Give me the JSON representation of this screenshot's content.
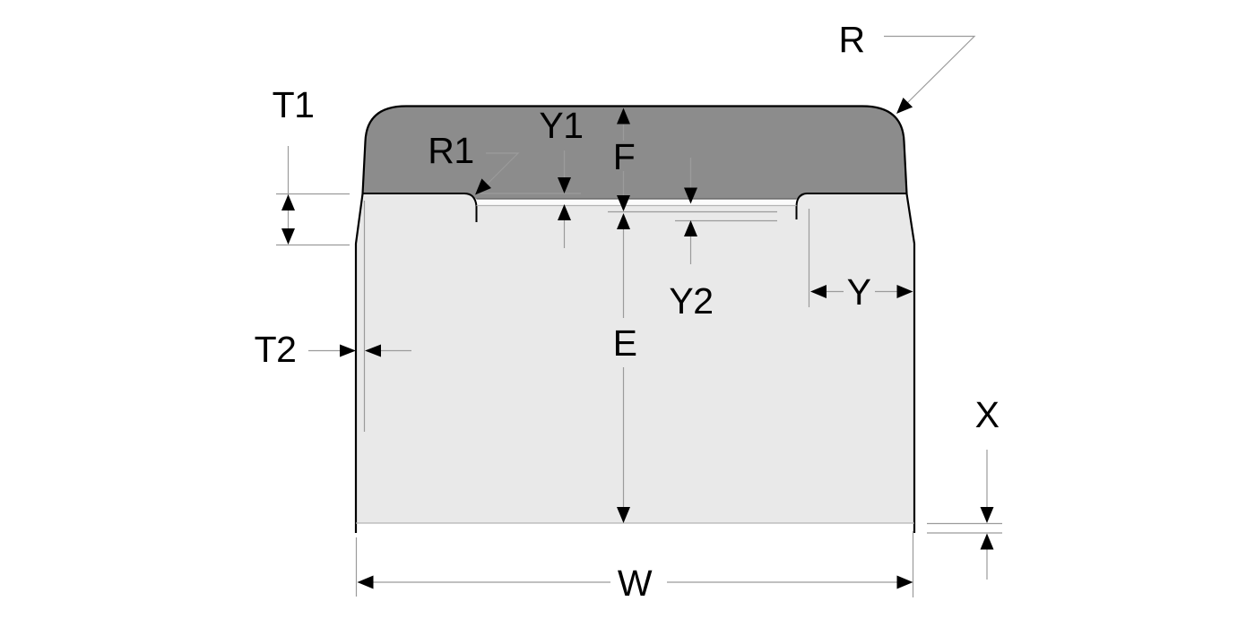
{
  "labels": {
    "T1": "T1",
    "T2": "T2",
    "R": "R",
    "R1": "R1",
    "Y1": "Y1",
    "Y2": "Y2",
    "F": "F",
    "E": "E",
    "Y": "Y",
    "X": "X",
    "W": "W"
  },
  "colors": {
    "background": "#FFFFFF",
    "cap_fill": "#8C8C8C",
    "body_fill": "#E9E9E9",
    "interface_gap_fill": "#FBFBFB",
    "outline": "#000000",
    "dimension_line": "#9B9B9B",
    "arrowhead": "#000000",
    "label_text": "#000000"
  }
}
